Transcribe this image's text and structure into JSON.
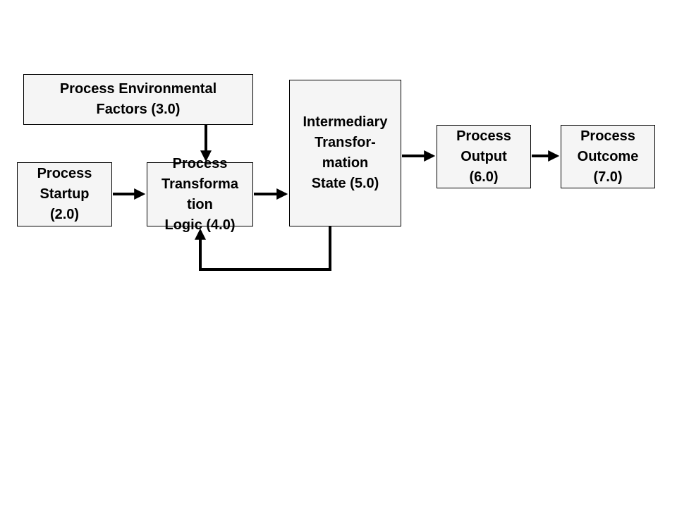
{
  "diagram": {
    "nodes": {
      "environmental": {
        "label": "Process Environmental\nFactors (3.0)"
      },
      "startup": {
        "label": "Process\nStartup\n(2.0)"
      },
      "transformation_logic": {
        "label": "Process\nTransforma\ntion\nLogic (4.0)"
      },
      "intermediary_state": {
        "label": "Intermediary\nTransfor-\nmation\nState (5.0)"
      },
      "output": {
        "label": "Process\nOutput\n(6.0)"
      },
      "outcome": {
        "label": "Process\nOutcome\n(7.0)"
      }
    },
    "edges": [
      {
        "from": "environmental",
        "to": "transformation_logic"
      },
      {
        "from": "startup",
        "to": "transformation_logic"
      },
      {
        "from": "transformation_logic",
        "to": "intermediary_state"
      },
      {
        "from": "intermediary_state",
        "to": "transformation_logic"
      },
      {
        "from": "intermediary_state",
        "to": "output"
      },
      {
        "from": "output",
        "to": "outcome"
      }
    ],
    "colors": {
      "box_fill": "#f5f5f5",
      "border": "#000000",
      "arrow": "#000000"
    }
  }
}
